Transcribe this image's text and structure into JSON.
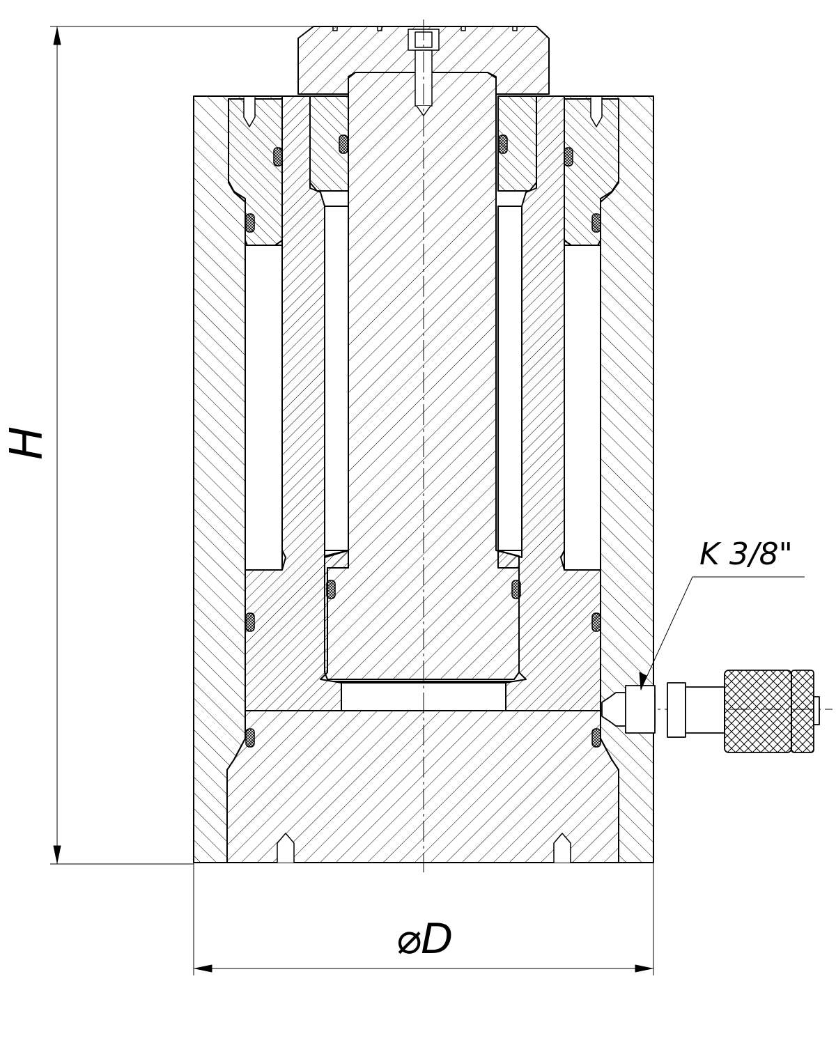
{
  "dimensions": {
    "height_label": "H",
    "diameter_label": "⌀D",
    "port_label": "K 3/8\""
  },
  "colors": {
    "line": "#000000",
    "background": "#ffffff"
  }
}
